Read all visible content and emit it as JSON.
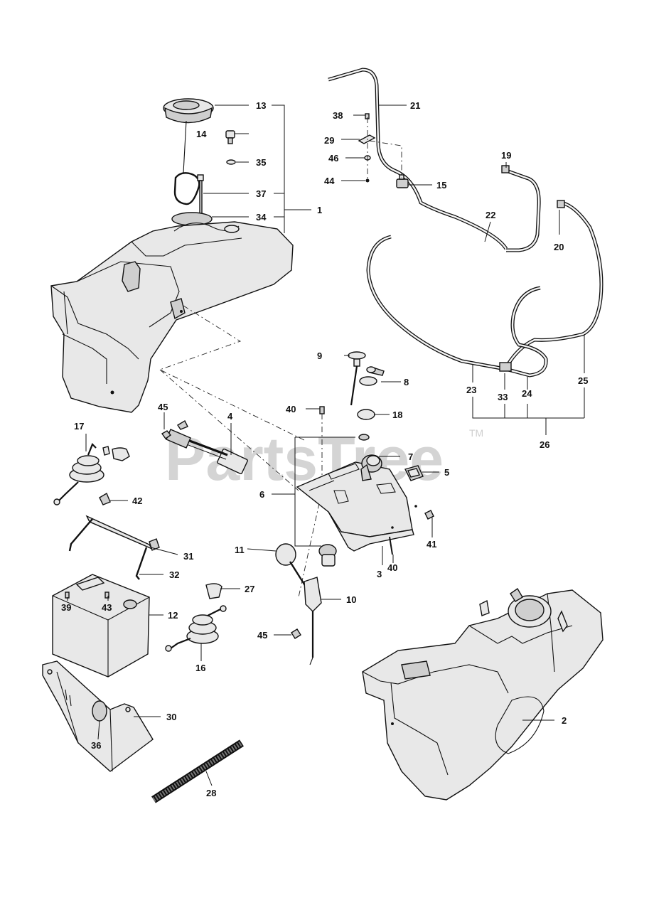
{
  "watermark": {
    "text": "PartsTree",
    "trademark": "TM"
  },
  "callouts": {
    "c1": "1",
    "c2": "2",
    "c3": "3",
    "c4": "4",
    "c5": "5",
    "c6": "6",
    "c7": "7",
    "c8": "8",
    "c9": "9",
    "c10": "10",
    "c11": "11",
    "c12": "12",
    "c13": "13",
    "c14": "14",
    "c15": "15",
    "c16": "16",
    "c17": "17",
    "c18": "18",
    "c19": "19",
    "c20": "20",
    "c21": "21",
    "c22": "22",
    "c23": "23",
    "c24": "24",
    "c25": "25",
    "c26": "26",
    "c27": "27",
    "c28": "28",
    "c29": "29",
    "c30": "30",
    "c31": "31",
    "c32": "32",
    "c33": "33",
    "c34": "34",
    "c35": "35",
    "c36": "36",
    "c37": "37",
    "c38": "38",
    "c39": "39",
    "c40a": "40",
    "c40b": "40",
    "c41": "41",
    "c42": "42",
    "c43": "43",
    "c44": "44",
    "c45a": "45",
    "c45b": "45",
    "c46": "46"
  }
}
